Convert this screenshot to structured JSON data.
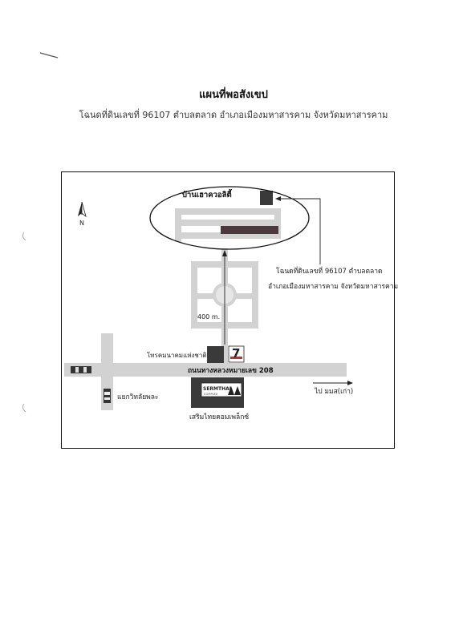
{
  "document": {
    "title": "แผนที่พอสังเขป",
    "subtitle": "โฉนดที่ดินเลขที่ 96107 ตำบลตลาด อำเภอเมืองมหาสารคาม จังหวัดมหาสารคาม"
  },
  "map": {
    "north_label": "N",
    "village_name": "บ้านเฮาควอลิตี้",
    "parcel_callout_line1": "โฉนดที่ดินเลขที่ 96107 ตำบลตลาด",
    "parcel_callout_line2": "อำเภอเมืองมหาสารคาม จังหวัดมหาสารคาม",
    "distance_label": "400 m.",
    "telecom_label": "โทรคมนาคมแห่งชาติ",
    "store_logo_text": "7",
    "highway_label": "ถนนทางหลวงหมายเลข 208",
    "intersection_label": "แยกวิทลัยพละ",
    "to_label": "ไป มมส(เก่า)",
    "mall_sign_text": "SERMTHAI",
    "mall_sign_subtext": "COMPLEX",
    "mall_label": "เสริมไทยคอมเพล็กซ์",
    "colors": {
      "road": "#d2d2d2",
      "building": "#3a3a3a",
      "parcel": "#4a3a3e",
      "store_accent": "#b03a2e"
    }
  }
}
